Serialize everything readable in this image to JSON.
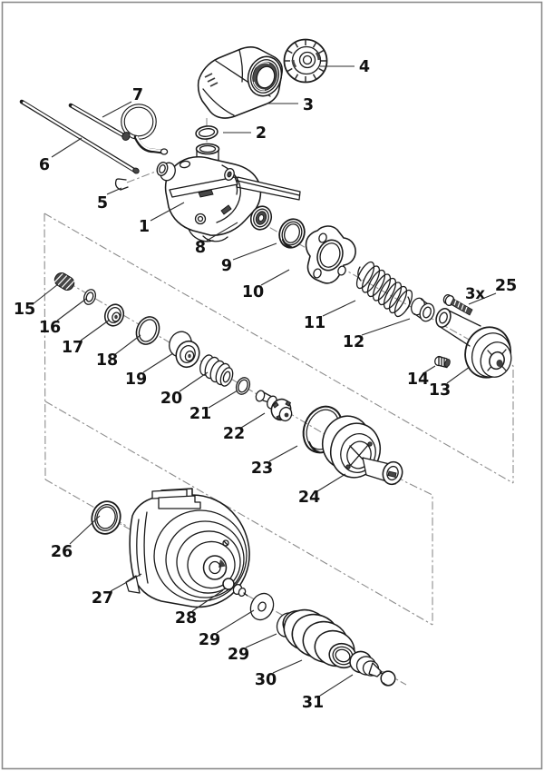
{
  "page": {
    "kind": "exploded-parts-diagram",
    "description": "Exploded-view line-art parts diagram of a pump sprayer assembly with numbered callouts",
    "colors": {
      "background": "#ffffff",
      "line": "#1a1a1a",
      "dashdot_axis": "#8c8c8c",
      "page_border": "#8a8a8a",
      "callout_text": "#111111"
    }
  },
  "diagram": {
    "callouts": [
      {
        "label": "1"
      },
      {
        "label": "2"
      },
      {
        "label": "3"
      },
      {
        "label": "4"
      },
      {
        "label": "5"
      },
      {
        "label": "6"
      },
      {
        "label": "7"
      },
      {
        "label": "8"
      },
      {
        "label": "9"
      },
      {
        "label": "10"
      },
      {
        "label": "11"
      },
      {
        "label": "12"
      },
      {
        "label": "13"
      },
      {
        "label": "14"
      },
      {
        "label": "15"
      },
      {
        "label": "16"
      },
      {
        "label": "17"
      },
      {
        "label": "18"
      },
      {
        "label": "19"
      },
      {
        "label": "20"
      },
      {
        "label": "21"
      },
      {
        "label": "22"
      },
      {
        "label": "23"
      },
      {
        "label": "24"
      },
      {
        "label": "25"
      },
      {
        "label": "3x"
      },
      {
        "label": "26"
      },
      {
        "label": "27"
      },
      {
        "label": "28"
      },
      {
        "label": "29"
      },
      {
        "label": "29"
      },
      {
        "label": "30"
      },
      {
        "label": "31"
      }
    ]
  }
}
